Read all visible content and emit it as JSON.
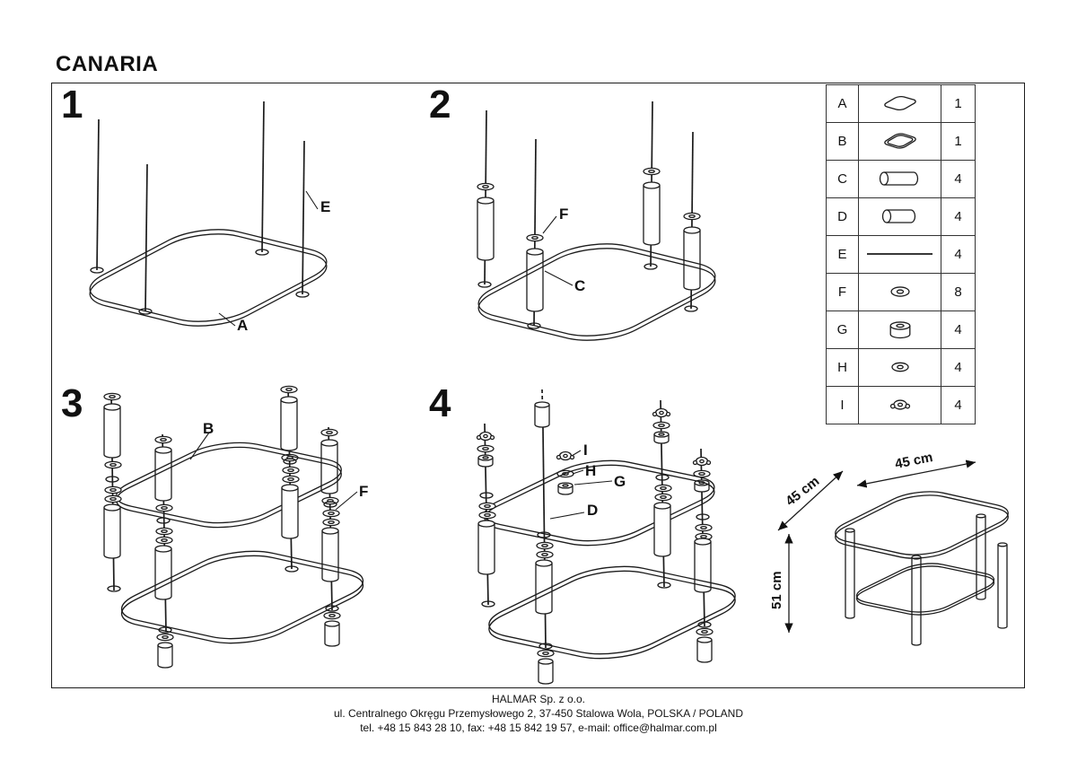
{
  "title": "CANARIA",
  "steps": {
    "one": {
      "number": "1",
      "labels": {
        "e": "E",
        "a": "A"
      }
    },
    "two": {
      "number": "2",
      "labels": {
        "f": "F",
        "c": "C"
      }
    },
    "three": {
      "number": "3",
      "labels": {
        "b": "B",
        "f": "F"
      }
    },
    "four": {
      "number": "4",
      "labels": {
        "i": "I",
        "h": "H",
        "g": "G",
        "d": "D"
      }
    }
  },
  "parts_table": {
    "rows": [
      {
        "letter": "A",
        "icon": "glass-top-panel-icon",
        "qty": "1"
      },
      {
        "letter": "B",
        "icon": "glass-shelf-panel-icon",
        "qty": "1"
      },
      {
        "letter": "C",
        "icon": "long-tube-spacer-icon",
        "qty": "4"
      },
      {
        "letter": "D",
        "icon": "short-tube-spacer-icon",
        "qty": "4"
      },
      {
        "letter": "E",
        "icon": "threaded-rod-icon",
        "qty": "4"
      },
      {
        "letter": "F",
        "icon": "washer-icon",
        "qty": "8"
      },
      {
        "letter": "G",
        "icon": "nut-icon",
        "qty": "4"
      },
      {
        "letter": "H",
        "icon": "washer-icon",
        "qty": "4"
      },
      {
        "letter": "I",
        "icon": "cap-nut-icon",
        "qty": "4"
      }
    ]
  },
  "dimensions": {
    "width": "45 cm",
    "depth": "45 cm",
    "height": "51 cm"
  },
  "footer": {
    "company": "HALMAR Sp. z o.o.",
    "address": "ul. Centralnego Okręgu Przemysłowego 2, 37-450 Stalowa Wola, POLSKA / POLAND",
    "contact": "tel. +48 15 843 28 10, fax: +48 15 842 19 57, e-mail: office@halmar.com.pl"
  }
}
